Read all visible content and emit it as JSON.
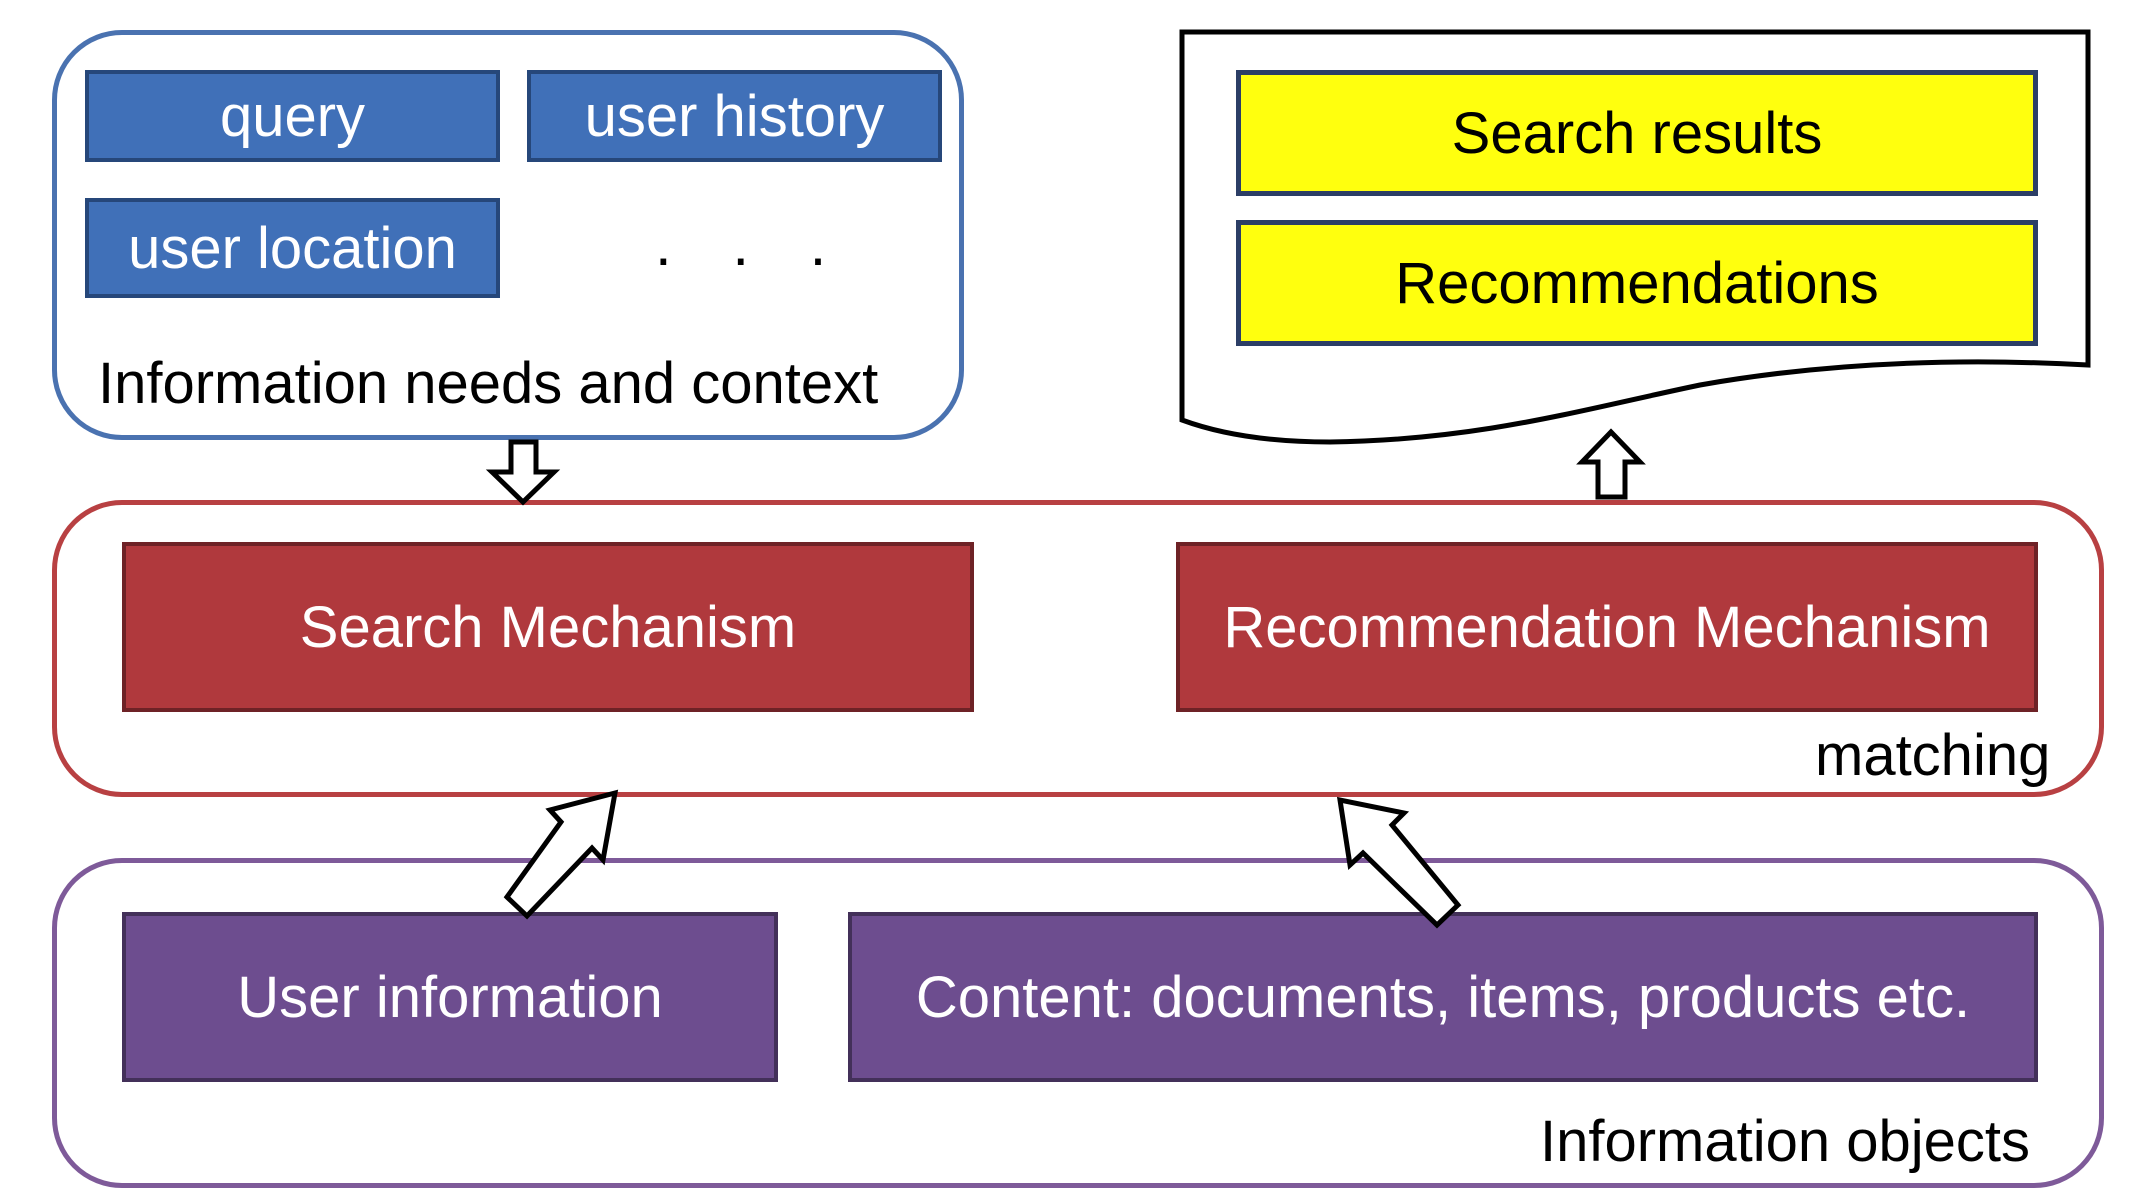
{
  "information_needs": {
    "items": [
      "query",
      "user history",
      "user location"
    ],
    "ellipsis": ". . .",
    "label": "Information needs and context"
  },
  "output": {
    "items": [
      "Search results",
      "Recommendations"
    ]
  },
  "matching": {
    "search": "Search Mechanism",
    "recommendation": "Recommendation Mechanism",
    "label": "matching"
  },
  "objects": {
    "user_info": "User information",
    "content": "Content: documents, items, products etc.",
    "label": "Information objects"
  },
  "colors": {
    "needs_border": "#4a72b0",
    "needs_fill": "#4070b8",
    "matching_border": "#b84042",
    "matching_fill": "#b0393d",
    "objects_border": "#7e5a99",
    "objects_fill": "#6d4d8f",
    "output_fill": "#ffff0e"
  }
}
